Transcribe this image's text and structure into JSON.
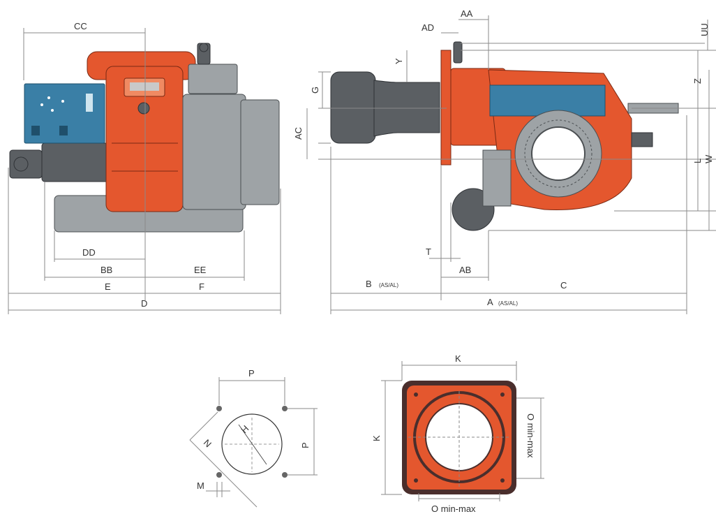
{
  "colors": {
    "body_orange": "#e4572e",
    "steel_grey": "#9ea3a6",
    "control_blue": "#3a7fa6",
    "dimension_line": "#8a8a8a"
  },
  "front_view": {
    "labels": {
      "cc": "CC",
      "dd": "DD",
      "bb": "BB",
      "ee": "EE",
      "e": "E",
      "f": "F",
      "d": "D"
    }
  },
  "side_view": {
    "labels": {
      "ad": "AD",
      "aa": "AA",
      "uu": "UU",
      "y": "Y",
      "g": "G",
      "ac": "AC",
      "z": "Z",
      "l": "L",
      "w": "W",
      "t": "T",
      "ab": "AB",
      "b": "B",
      "b_note": "(AS/AL)",
      "c": "C",
      "a": "A",
      "a_note": "(AS/AL)"
    }
  },
  "flange_holes": {
    "labels": {
      "p_top": "P",
      "p_right": "P",
      "h": "H",
      "n": "N",
      "m": "M"
    }
  },
  "boiler_plate": {
    "labels": {
      "k_top": "K",
      "k_left": "K",
      "o_right": "O min-max",
      "o_bottom": "O min-max"
    }
  }
}
